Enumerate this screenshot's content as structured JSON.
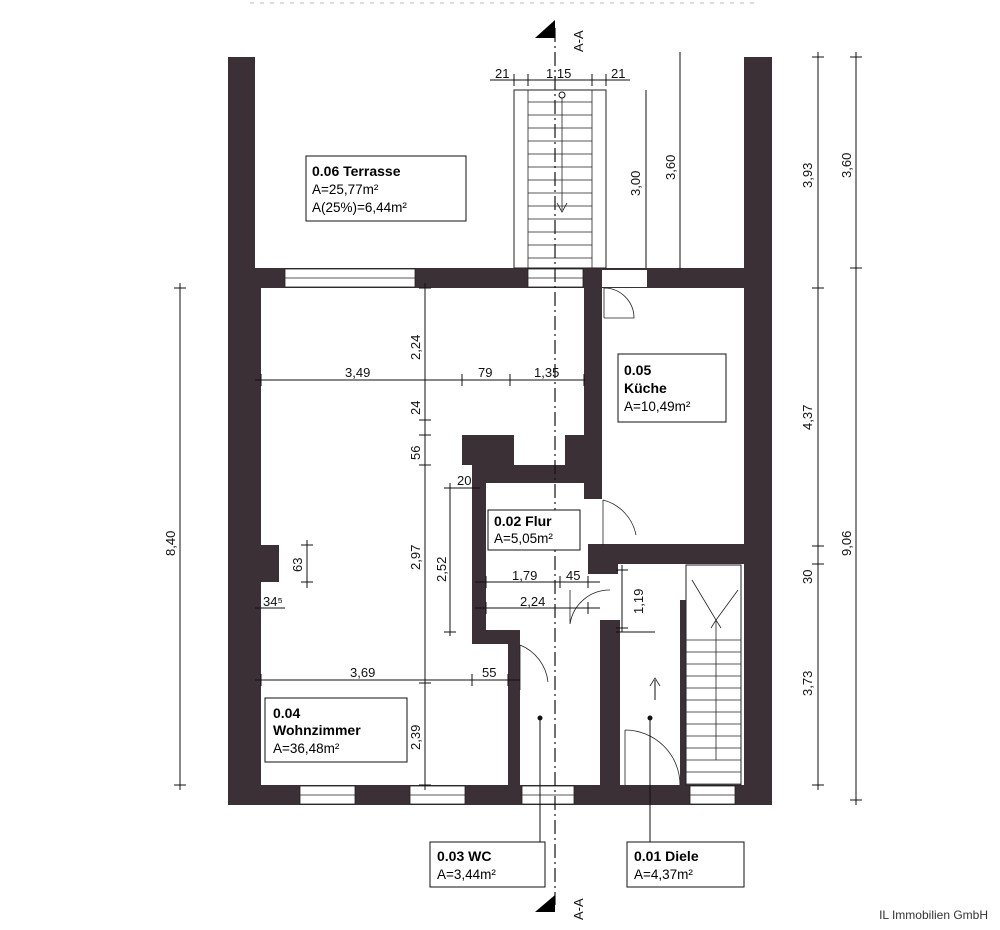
{
  "section_mark": "A-A",
  "rooms": {
    "terrasse": {
      "title": "0.06 Terrasse",
      "area": "A=25,77m²",
      "area25": "A(25%)=6,44m²"
    },
    "kueche": {
      "title_num": "0.05",
      "title_name": "Küche",
      "area": "A=10,49m²"
    },
    "flur": {
      "title": "0.02 Flur",
      "area": "A=5,05m²"
    },
    "wohnzimmer": {
      "title_num": "0.04",
      "title_name": "Wohnzimmer",
      "area": "A=36,48m²"
    },
    "wc": {
      "title": "0.03 WC",
      "area": "A=3,44m²"
    },
    "diele": {
      "title": "0.01 Diele",
      "area": "A=4,37m²"
    }
  },
  "dims": {
    "stair_w1": "21",
    "stair_w2": "1,15",
    "stair_w3": "21",
    "stair_len": "3,00",
    "terrace_depth": "3,60",
    "right_393": "3,93",
    "right_360": "3,60",
    "right_437": "4,37",
    "right_30": "30",
    "right_373": "3,73",
    "right_906": "9,06",
    "left_840": "8,40",
    "w_349": "3,49",
    "w_79": "79",
    "w_135": "1,35",
    "v_224": "2,24",
    "v_24": "24",
    "v_56": "56",
    "v_20": "20",
    "v_297": "2,97",
    "v_252": "2,52",
    "w_179": "1,79",
    "w_45": "45",
    "w_224": "2,24",
    "v_119": "1,19",
    "v_63": "63",
    "w_345": "34⁵",
    "w_369": "3,69",
    "w_55": "55",
    "v_239": "2,39"
  },
  "footer": "IL Immobilien GmbH"
}
